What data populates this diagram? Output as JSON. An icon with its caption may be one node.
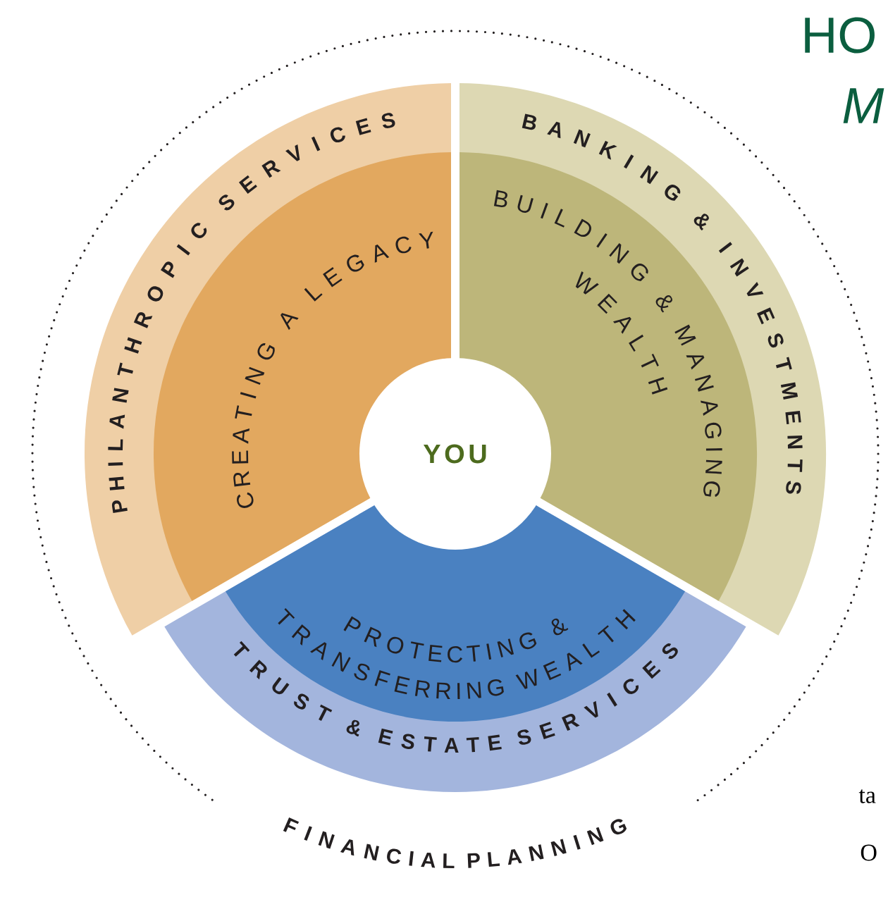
{
  "diagram": {
    "nodes": [
      {
        "text": [
          "FINANCIAL PLANNING"
        ]
      },
      {
        "text": [
          "PHILANTHROPIC SERVICES"
        ],
        "in": 0
      },
      {
        "text": [
          "CREATING A LEGACY"
        ],
        "in": 1
      },
      {
        "text": [
          "BANKING & INVESTMENTS"
        ],
        "in": 0
      },
      {
        "text": [
          "BUILDING & MANAGING WEALTH"
        ],
        "in": 3
      },
      {
        "text": [
          "TRUST & ESTATE SERVICES"
        ],
        "in": 0
      },
      {
        "text": [
          "PROTECTING & TRANSFERRING WEALTH"
        ],
        "in": 5
      },
      {
        "text": [
          "YOU"
        ],
        "in": 0
      }
    ],
    "edges": [],
    "labels": [
      "HO",
      "M",
      "ta",
      "O"
    ]
  }
}
